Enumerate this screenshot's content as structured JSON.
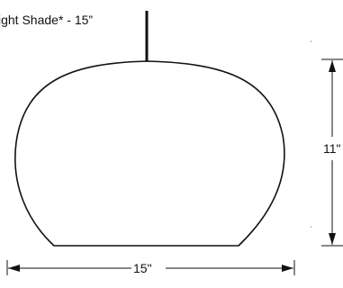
{
  "title": "ight Shade* - 15”",
  "dimensions": {
    "width_label": "15\"",
    "height_label": "11\""
  },
  "colors": {
    "line": "#111111",
    "background": "#ffffff"
  }
}
